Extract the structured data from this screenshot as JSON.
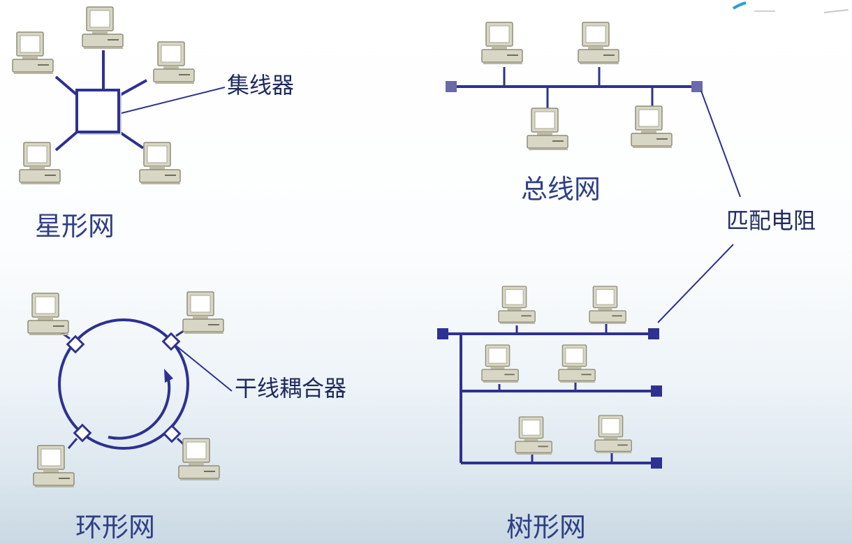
{
  "labels": {
    "star_net": "星形网",
    "hub": "集线器",
    "bus_net": "总线网",
    "terminator": "匹配电阻",
    "ring_net": "环形网",
    "trunk_coupler": "干线耦合器",
    "tree_net": "树形网"
  },
  "colors": {
    "line": "#2e3191",
    "text_title": "#2f3f86",
    "text_callout": "#1f2a5e",
    "computer_body": "#d8d6c4",
    "computer_edge": "#8f8d78",
    "screen": "#ffffff",
    "terminator_fill": "#2e3191"
  }
}
